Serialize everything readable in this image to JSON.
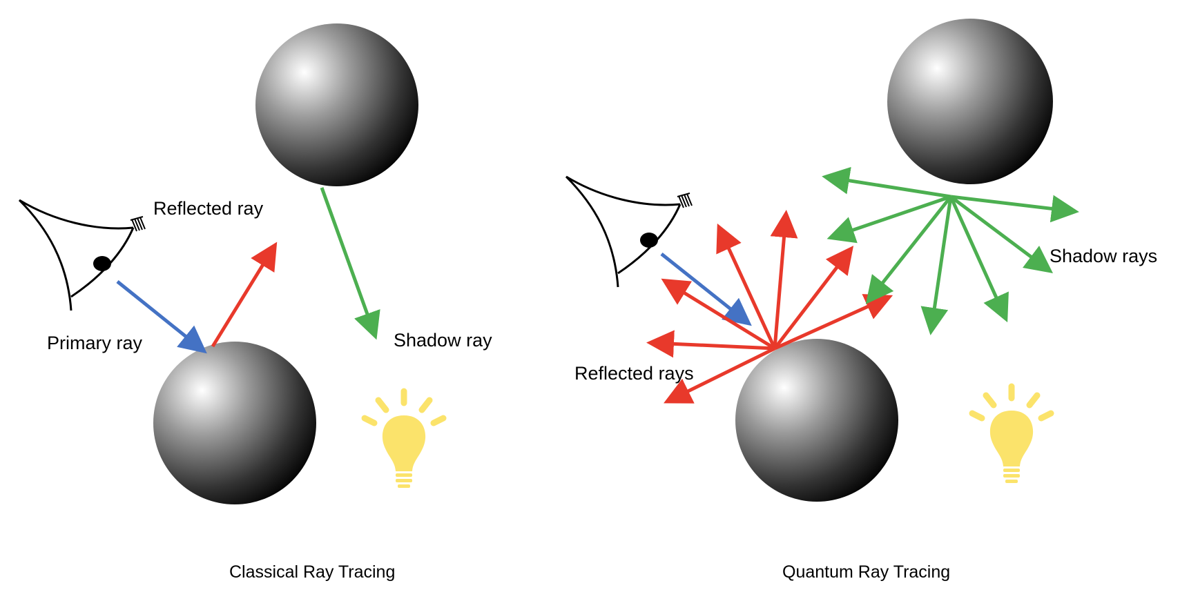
{
  "colors": {
    "primary_ray": "#4472c4",
    "reflected_ray": "#e8392b",
    "shadow_ray": "#4caf50",
    "bulb": "#fbe36b",
    "sphere_light": "#ffffff",
    "sphere_dark": "#000000"
  },
  "icons": [
    "eye-icon",
    "sphere-object",
    "light-bulb-icon"
  ],
  "classical": {
    "caption": "Classical Ray Tracing",
    "primary_label": "Primary ray",
    "reflected_label": "Reflected ray",
    "shadow_label": "Shadow ray"
  },
  "quantum": {
    "caption": "Quantum Ray Tracing",
    "reflected_label": "Reflected rays",
    "shadow_label": "Shadow rays"
  }
}
